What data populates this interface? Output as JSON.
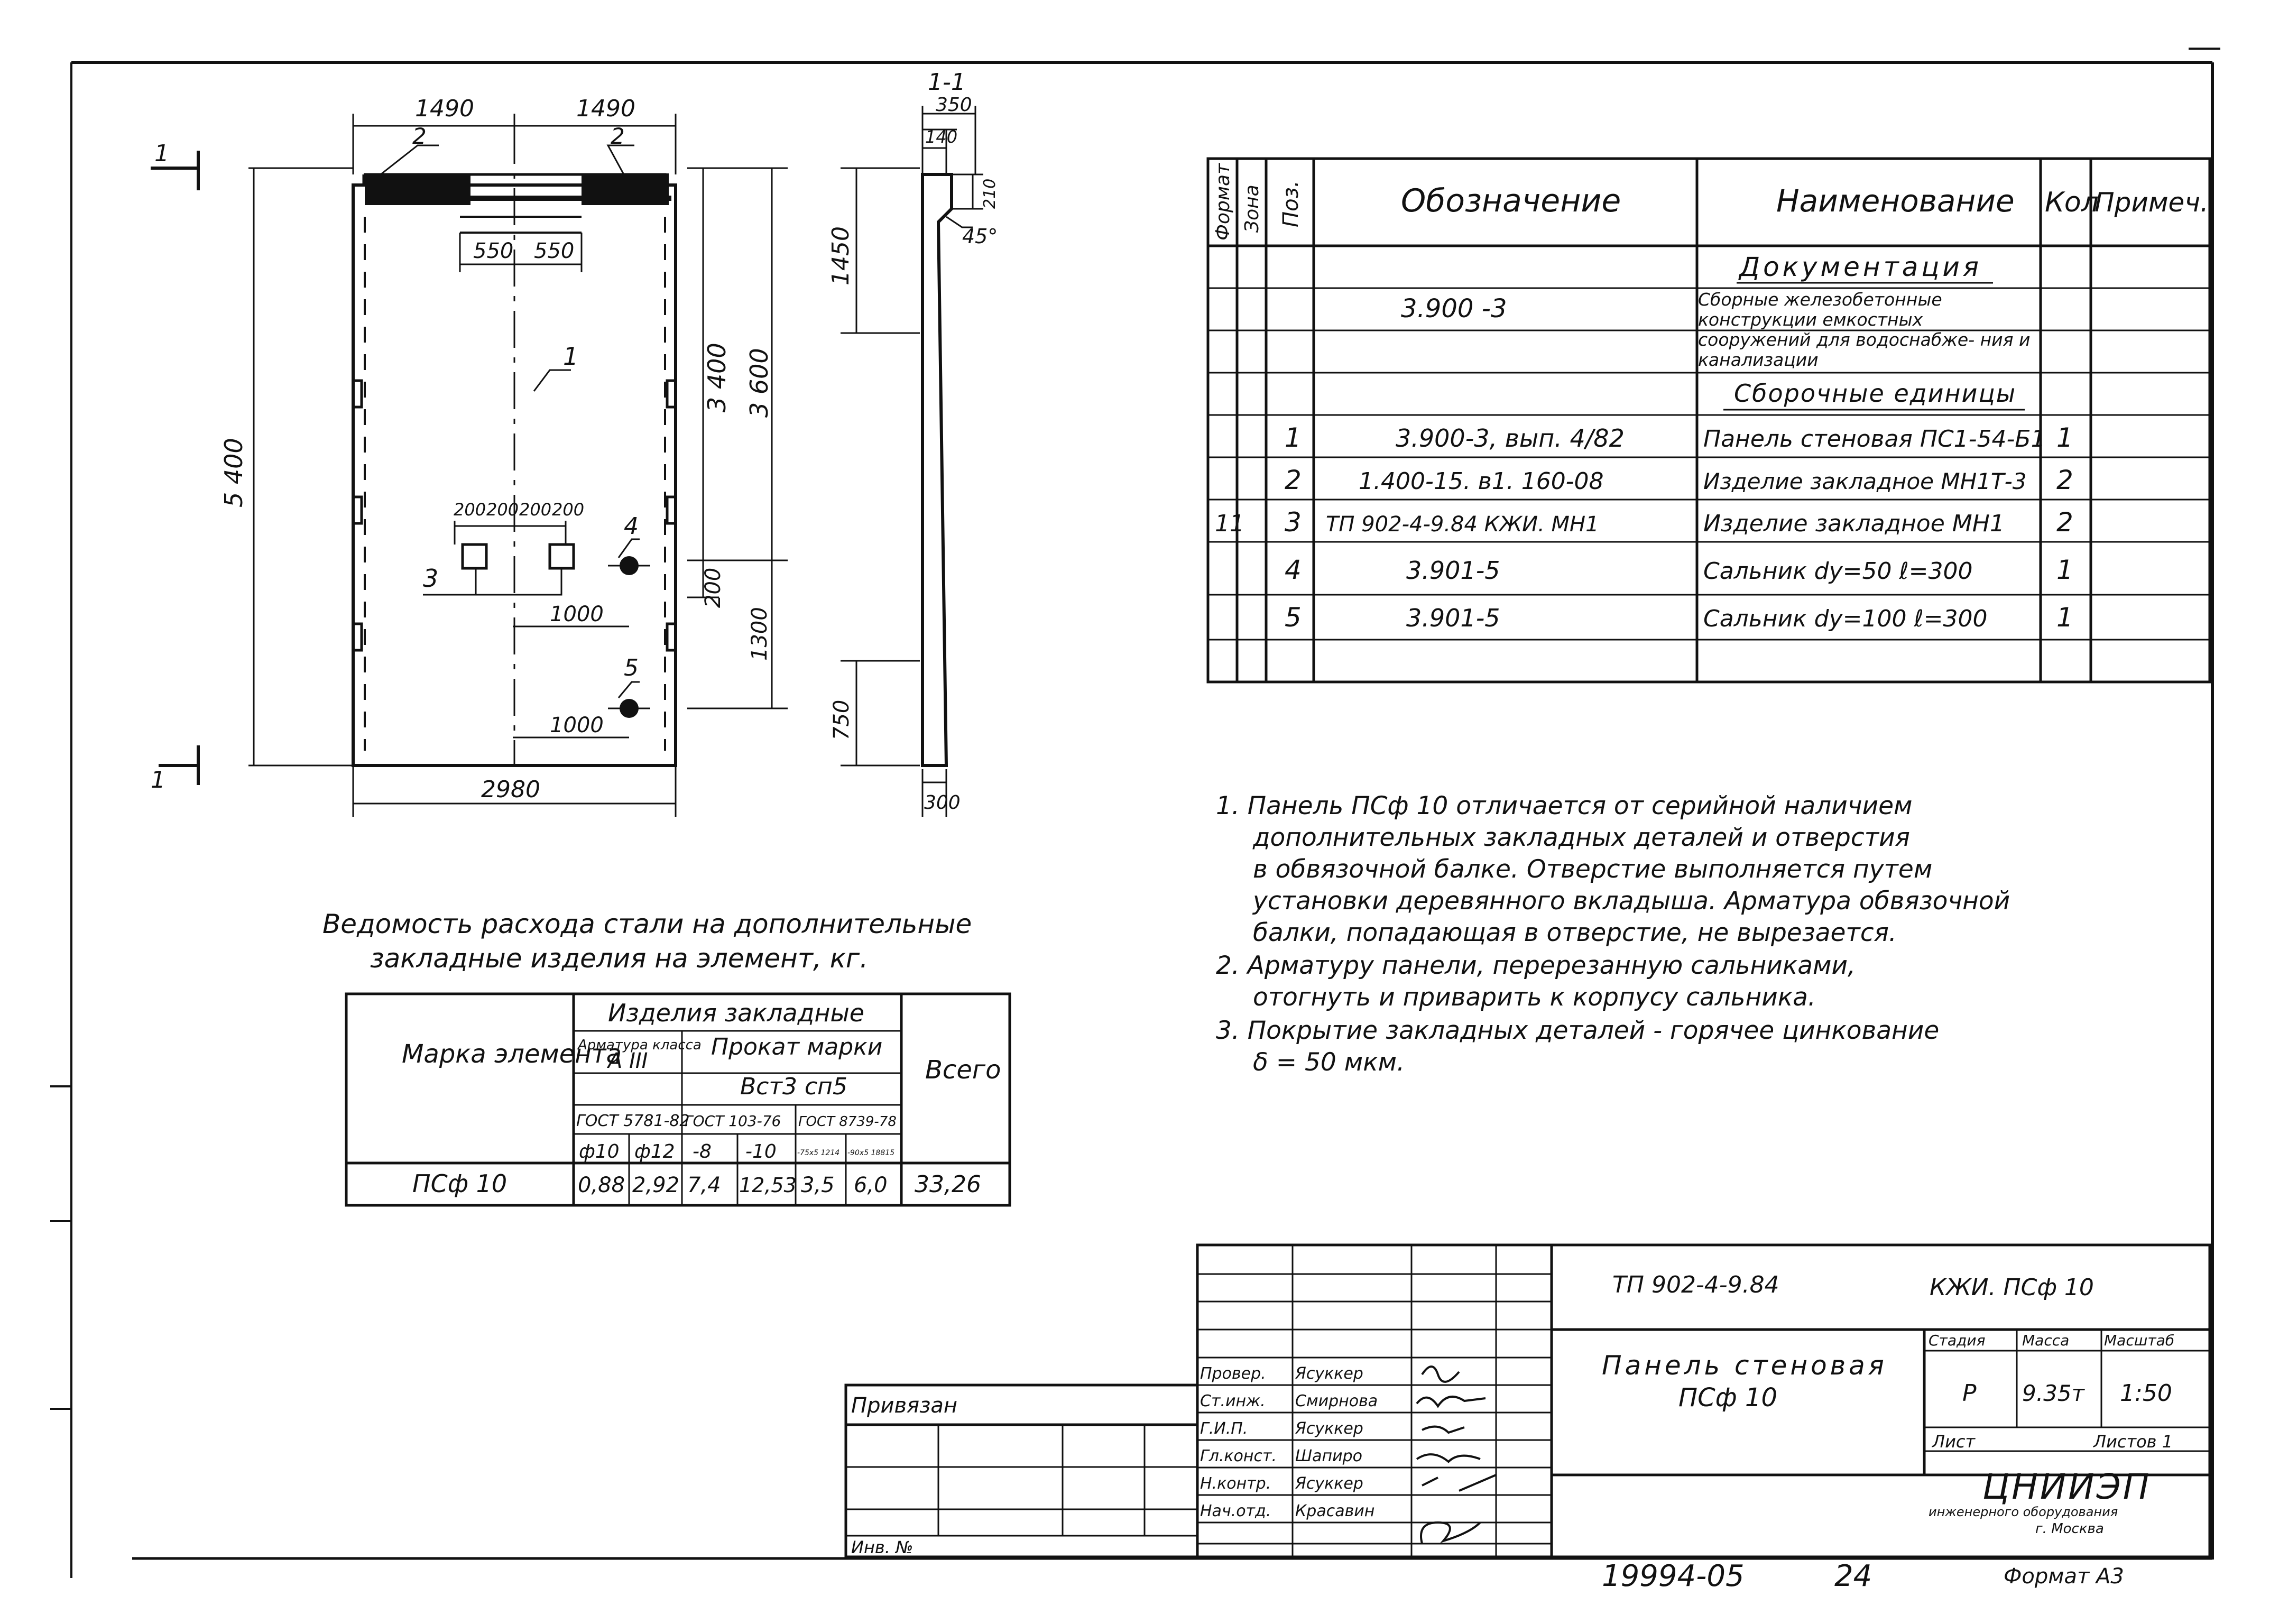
{
  "drawing": {
    "dims": {
      "half_w_left": "1490",
      "half_w_right": "1490",
      "mid_left": "550",
      "mid_right": "550",
      "height_total": "5 400",
      "h_3400": "3 400",
      "h_3600": "3 600",
      "h_200": "200",
      "h_1300": "1300",
      "e200": [
        "200",
        "200",
        "200",
        "200"
      ],
      "d1000a": "1000",
      "d1000b": "1000",
      "width_total": "2980"
    },
    "labels": {
      "pos1": "1",
      "pos2a": "2",
      "pos2b": "2",
      "pos3": "3",
      "pos4": "4",
      "pos5": "5",
      "cut_a": "1",
      "cut_b": "1"
    },
    "section": {
      "title": "1-1",
      "d350": "350",
      "d140": "140",
      "d210": "210",
      "angle": "45°",
      "d1450": "1450",
      "d750": "750",
      "d300": "300"
    }
  },
  "spec_table": {
    "headers": {
      "format": "Формат",
      "zone": "Зона",
      "pos": "Поз.",
      "designation": "Обозначение",
      "name": "Наименование",
      "qty": "Кол",
      "note": "Примеч."
    },
    "rows": [
      {
        "format": "",
        "pos": "",
        "designation": "",
        "name": "Документация",
        "qty": ""
      },
      {
        "format": "",
        "pos": "",
        "designation": "3.900 -3",
        "name": "Сборные железобетонные конструкции емкостных",
        "qty": ""
      },
      {
        "format": "",
        "pos": "",
        "designation": "",
        "name": "сооружений для водоснабже- ния и канализации",
        "qty": ""
      },
      {
        "format": "",
        "pos": "",
        "designation": "",
        "name": "Сборочные единицы",
        "qty": ""
      },
      {
        "format": "",
        "pos": "1",
        "designation": "3.900-3, вып. 4/82",
        "name": "Панель стеновая ПС1-54-Б1",
        "qty": "1"
      },
      {
        "format": "",
        "pos": "2",
        "designation": "1.400-15. в1. 160-08",
        "name": "Изделие закладное МН1Т-3",
        "qty": "2"
      },
      {
        "format": "11",
        "pos": "3",
        "designation": "ТП 902-4-9.84   КЖИ. МН1",
        "name": "Изделие закладное МН1",
        "qty": "2"
      },
      {
        "format": "",
        "pos": "4",
        "designation": "3.901-5",
        "name": "Сальник dy=50  ℓ=300",
        "qty": "1"
      },
      {
        "format": "",
        "pos": "5",
        "designation": "3.901-5",
        "name": "Сальник dy=100  ℓ=300",
        "qty": "1"
      },
      {
        "format": "",
        "pos": "",
        "designation": "",
        "name": "",
        "qty": ""
      }
    ]
  },
  "steel": {
    "title_line1": "Ведомость расхода стали на дополнительные",
    "title_line2": "закладные изделия на элемент, кг.",
    "h_mark": "Марка элемента",
    "h_items": "Изделия закладные",
    "h_rebar": "Арматура класса",
    "h_class": "А III",
    "h_rolled": "Прокат марки",
    "h_steel": "Вст3 сп5",
    "h_gost1": "ГОСТ 5781-82",
    "h_gost2": "ГОСТ 103-76",
    "h_gost3": "ГОСТ 8739-78",
    "h_total": "Всего",
    "sizes": [
      "ф10",
      "ф12",
      "-8",
      "-10",
      "-75х5 1214",
      "-90х5 18815"
    ],
    "row": {
      "mark": "ПСф 10",
      "values": [
        "0,88",
        "2,92",
        "7,4",
        "12,53",
        "3,5",
        "6,0"
      ],
      "total": "33,26"
    }
  },
  "notes": [
    "1. Панель ПСф 10 отличается от серийной наличием",
    "дополнительных закладных деталей и отверстия",
    "в обвязочной балке. Отверстие выполняется путем",
    "установки деревянного вкладыша. Арматура обвязочной",
    "балки, попадающая в отверстие, не вырезается.",
    "2. Арматуру панели, перерезанную сальниками,",
    "отогнуть и приварить к корпусу сальника.",
    "3. Покрытие закладных деталей - горячее цинкование",
    "δ = 50 мкм."
  ],
  "title_block": {
    "doc_code": "ТП 902-4-9.84",
    "doc_mark": "КЖИ. ПСф 10",
    "title_line1": "Панель стеновая",
    "title_line2": "ПСф 10",
    "h_stage": "Стадия",
    "h_mass": "Масса",
    "h_scale": "Масштаб",
    "stage": "Р",
    "mass": "9.35т",
    "scale": "1:50",
    "sheet": "Лист",
    "sheets": "Листов 1",
    "org": "ЦНИИЭП",
    "org_sub": "инженерного оборудования",
    "org_city": "г. Москва",
    "bound": "Привязан",
    "inv": "Инв. №",
    "roles": [
      {
        "role": "Провер.",
        "name": "Ясуккер"
      },
      {
        "role": "Ст.инж.",
        "name": "Смирнова"
      },
      {
        "role": "Г.И.П.",
        "name": "Ясуккер"
      },
      {
        "role": "Гл.конст.",
        "name": "Шапиро"
      },
      {
        "role": "Н.контр.",
        "name": "Ясуккер"
      },
      {
        "role": "Нач.отд.",
        "name": "Красавин"
      }
    ]
  },
  "footer": {
    "number": "19994-05",
    "page": "24",
    "format": "Формат А3"
  }
}
